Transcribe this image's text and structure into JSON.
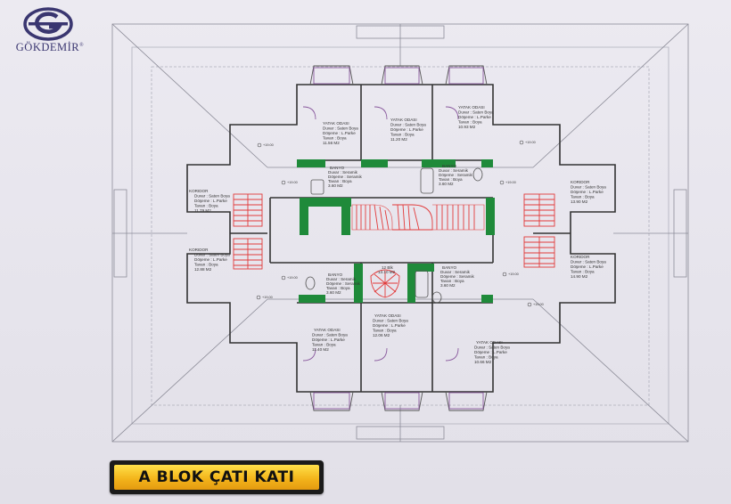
{
  "brand": {
    "name": "GÖKDEMİR",
    "mark": "®",
    "logo_icon": "g-circle-logo-icon",
    "color": "#3a3670"
  },
  "title": "A BLOK ÇATI KATI",
  "colors": {
    "wall": "#333333",
    "green": "#1f8a3a",
    "stair": "#e23a3a",
    "door": "#8a5a9e",
    "roof_line": "#8c8c98"
  },
  "rooms": [
    {
      "id": "top-left-bedroom",
      "lines": [
        "YATAK ODASI",
        "Duvar : Saten Boya",
        "Döşeme : L.Parke",
        "Tavan : Boya",
        "11.56 M2"
      ]
    },
    {
      "id": "top-middle-bedroom",
      "lines": [
        "YATAK ODASI",
        "Duvar : Saten Boya",
        "Döşeme : L.Parke",
        "Tavan : Boya",
        "11.20 M2"
      ]
    },
    {
      "id": "top-right-bedroom",
      "lines": [
        "YATAK ODASI",
        "Duvar : Saten Boya",
        "Döşeme : L.Parke",
        "Tavan : Boya",
        "10.93 M2"
      ]
    },
    {
      "id": "left-upper-corridor",
      "lines": [
        "KORIDOR",
        "Duvar : Saten Boya",
        "Döşeme : L.Parke",
        "Tavan : Boya",
        "11.79 M2"
      ]
    },
    {
      "id": "left-lower-corridor",
      "lines": [
        "KORIDOR",
        "Duvar : Saten Boya",
        "Döşeme : L.Parke",
        "Tavan : Boya",
        "12.88 M2"
      ]
    },
    {
      "id": "right-upper-corridor",
      "lines": [
        "KORIDOR",
        "Duvar : Saten Boya",
        "Döşeme : L.Parke",
        "Tavan : Boya",
        "13.90 M2"
      ]
    },
    {
      "id": "right-lower-corridor",
      "lines": [
        "KORIDOR",
        "Duvar : Saten Boya",
        "Döşeme : L.Parke",
        "Tavan : Boya",
        "14.90 M2"
      ]
    },
    {
      "id": "upper-left-bath",
      "lines": [
        "BANYO",
        "Duvar : Seramik",
        "Döşeme : Seramik",
        "Tavan : Boya",
        "3.60 M2"
      ]
    },
    {
      "id": "upper-right-bath",
      "lines": [
        "BANYO",
        "Duvar : Seramik",
        "Döşeme : Seramik",
        "Tavan : Boya",
        "3.60 M2"
      ]
    },
    {
      "id": "lower-left-bath",
      "lines": [
        "BANYO",
        "Duvar : Seramik",
        "Döşeme : Seramik",
        "Tavan : Boya",
        "3.60 M2"
      ]
    },
    {
      "id": "lower-right-bath",
      "lines": [
        "BANYO",
        "Duvar : Seramik",
        "Döşeme : Seramik",
        "Tavan : Boya",
        "3.60 M2"
      ]
    },
    {
      "id": "bottom-left-bedroom",
      "lines": [
        "YATAK ODASI",
        "Duvar : Saten Boya",
        "Döşeme : L.Parke",
        "Tavan : Boya",
        "11.40 M2"
      ]
    },
    {
      "id": "bottom-middle-bedroom",
      "lines": [
        "YATAK ODASI",
        "Duvar : Saten Boya",
        "Döşeme : L.Parke",
        "Tavan : Boya",
        "12.06 M2"
      ]
    },
    {
      "id": "bottom-right-bedroom",
      "lines": [
        "YATAK ODASI",
        "Duvar : Saten Boya",
        "Döşeme : L.Parke",
        "Tavan : Boya",
        "10.66 M2"
      ]
    }
  ],
  "landing": {
    "lines": [
      "12 Blk",
      "13.10 M2"
    ]
  },
  "level_marks": [
    "+19.00",
    "+19.00",
    "+19.00",
    "+19.00",
    "+19.00",
    "+19.00",
    "+19.00",
    "+19.00"
  ]
}
